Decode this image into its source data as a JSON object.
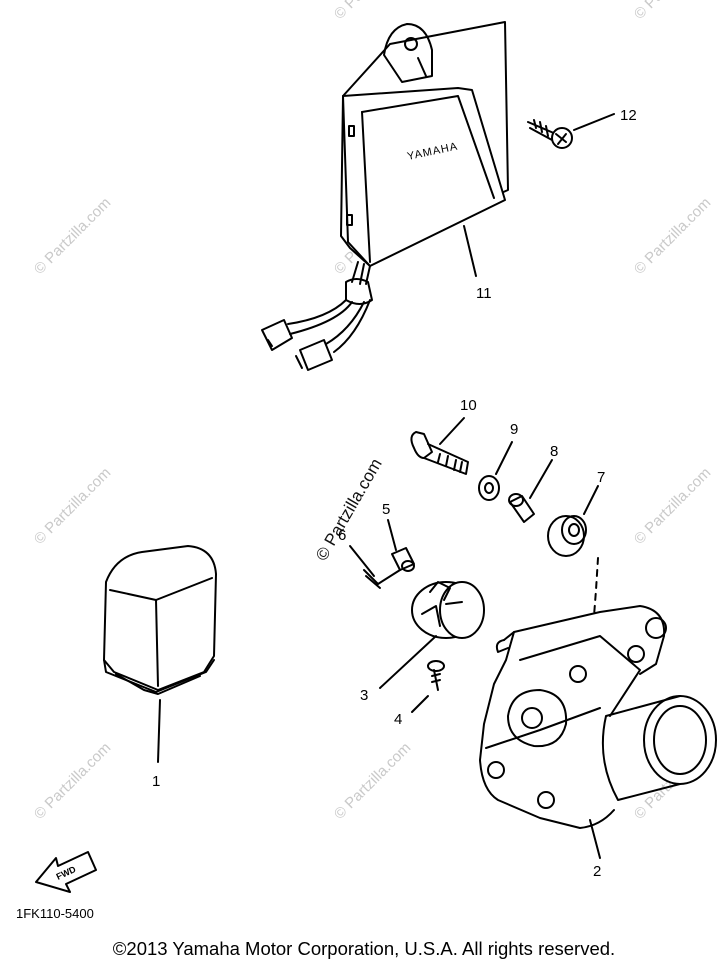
{
  "part_code": "1FK110-5400",
  "copyright": "©2013 Yamaha Motor Corporation, U.S.A. All rights reserved.",
  "brand_label": "YAMAHA",
  "fwd_label": "FWD",
  "watermark": "© Partzilla.com",
  "watermark_center": "© Partzilla.com",
  "callouts": {
    "c1": "1",
    "c2": "2",
    "c3": "3",
    "c4": "4",
    "c5": "5",
    "c6": "6",
    "c7": "7",
    "c8": "8",
    "c9": "9",
    "c10": "10",
    "c11": "11",
    "c12": "12"
  }
}
